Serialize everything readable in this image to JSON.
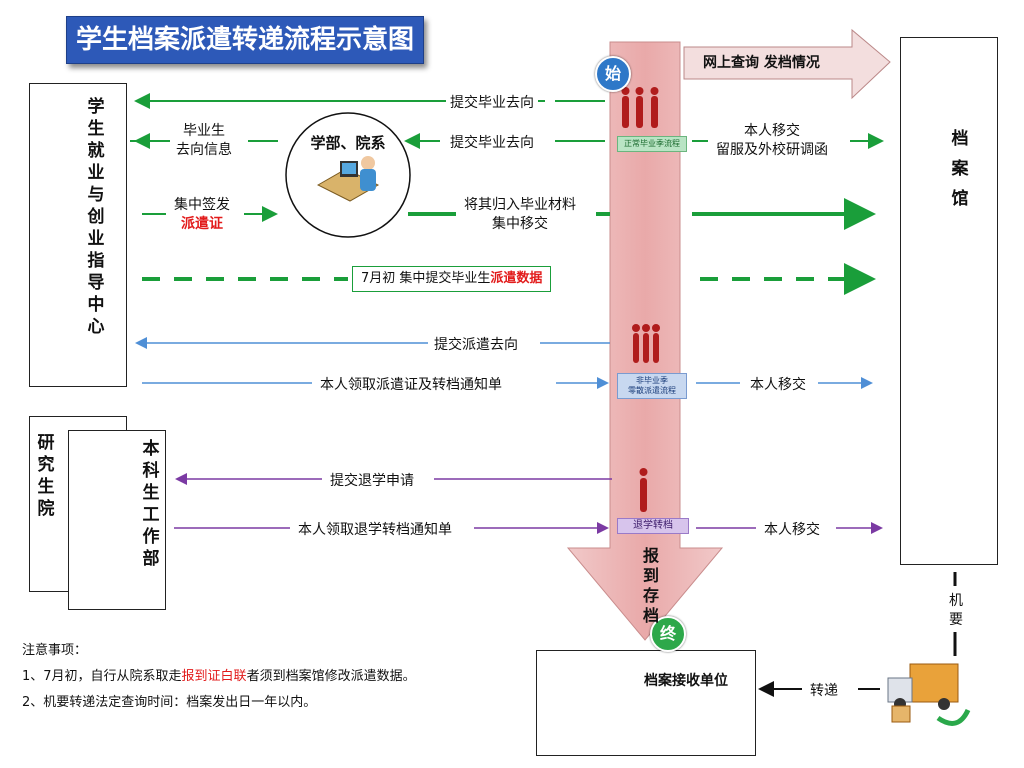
{
  "title": "学生档案派遣转递流程示意图",
  "left_center": {
    "chars": [
      "学",
      "生",
      "就",
      "业",
      "与",
      "创",
      "业",
      "指",
      "导",
      "中",
      "心"
    ]
  },
  "grad_school": {
    "chars": [
      "研",
      "究",
      "生",
      "院"
    ]
  },
  "undergrad_office": {
    "chars": [
      "本",
      "科",
      "生",
      "工",
      "作",
      "部"
    ]
  },
  "dept_circle": {
    "label": "学部、院系"
  },
  "archives": {
    "chars": [
      "档",
      "案",
      "馆"
    ]
  },
  "receiver": {
    "label": "档案接收单位"
  },
  "badges": {
    "start": "始",
    "end": "终"
  },
  "online_query": "网上查询 发档情况",
  "arrow_bottom_chars": [
    "报",
    "到",
    "存",
    "档"
  ],
  "stage_tags": {
    "normal": "正常毕业季流程",
    "non_season": [
      "非毕业季",
      "零散派遣流程"
    ],
    "withdraw": "退学转档"
  },
  "flows": {
    "submit_dest_1": "提交毕业去向",
    "grad_info": [
      "毕业生",
      "去向信息"
    ],
    "submit_dest_2": "提交毕业去向",
    "self_transfer_1": [
      "本人移交",
      "留服及外校研调函"
    ],
    "issue": [
      "集中签发"
    ],
    "issue_red": "派遣证",
    "collect": [
      "将其归入毕业材料",
      "集中移交"
    ],
    "july_prefix": "7月初  集中提交毕业生",
    "july_red": "派遣数据",
    "submit_dispatch": "提交派遣去向",
    "receive_cert": "本人领取派遣证及转档通知单",
    "self_transfer_2": "本人移交",
    "withdraw_apply": "提交退学申请",
    "withdraw_notice": "本人领取退学转档通知单",
    "self_transfer_3": "本人移交",
    "transfer": "转递",
    "confidential": [
      "机",
      "要"
    ]
  },
  "notes": {
    "heading": "注意事项：",
    "line1_prefix": "1、7月初，自行从院系取走",
    "line1_red": "报到证白联",
    "line1_suffix": "者须到档案馆修改派遣数据。",
    "line2": "2、机要转递法定查询时间：档案发出日一年以内。"
  },
  "colors": {
    "green": "#1a9e3a",
    "blue": "#4f8fd6",
    "purple": "#7b3aa3",
    "title_bg": "#2d59b8",
    "red_text": "#e21b1b",
    "pink_arrow": "#e8b7b7"
  }
}
